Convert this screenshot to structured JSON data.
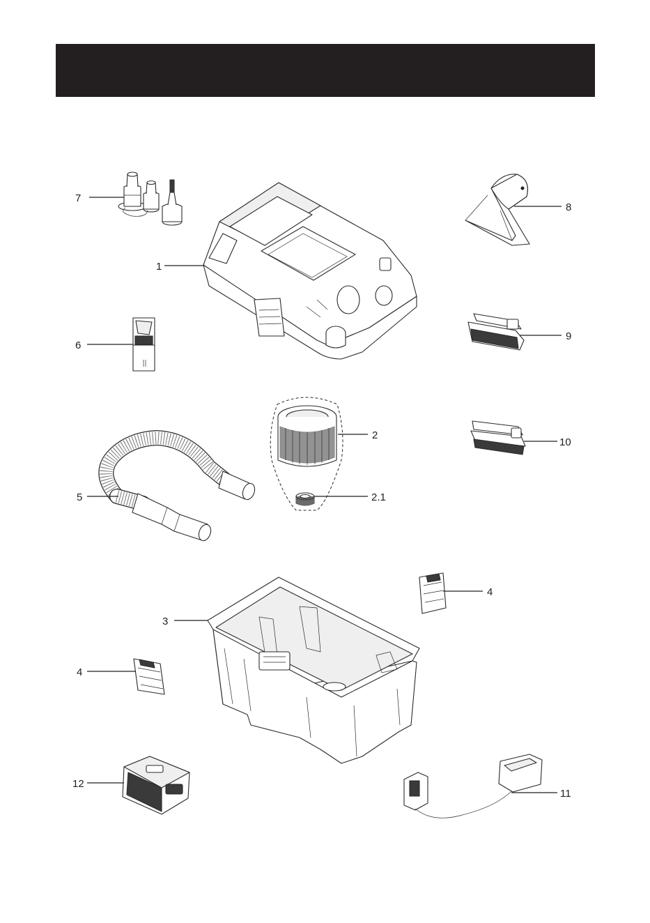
{
  "title": "",
  "callouts": [
    {
      "id": "7",
      "label": "7"
    },
    {
      "id": "1",
      "label": "1"
    },
    {
      "id": "8",
      "label": "8"
    },
    {
      "id": "6",
      "label": "6"
    },
    {
      "id": "9",
      "label": "9"
    },
    {
      "id": "2",
      "label": "2"
    },
    {
      "id": "10",
      "label": "10"
    },
    {
      "id": "5",
      "label": "5"
    },
    {
      "id": "2-1",
      "label": "2.1"
    },
    {
      "id": "4a",
      "label": "4"
    },
    {
      "id": "3",
      "label": "3"
    },
    {
      "id": "4b",
      "label": "4"
    },
    {
      "id": "12",
      "label": "12"
    },
    {
      "id": "11",
      "label": "11"
    }
  ],
  "colors": {
    "header": "#231f20",
    "ink": "#231f20",
    "background": "#ffffff"
  }
}
